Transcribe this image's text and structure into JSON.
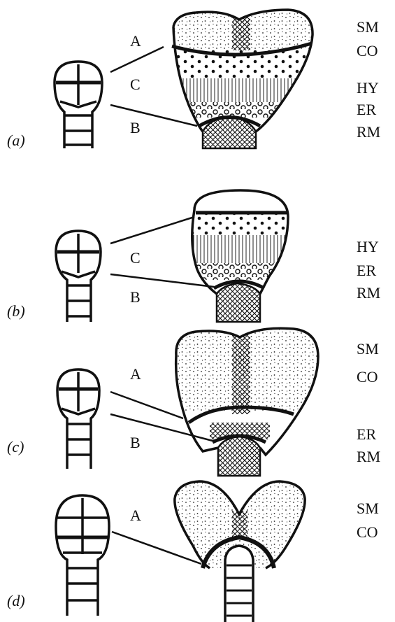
{
  "panels": [
    {
      "id": "a",
      "label": "(a)",
      "segment_labels": [
        "A",
        "C",
        "B"
      ],
      "region_labels": [
        "SM",
        "CO",
        "HY",
        "ER",
        "RM"
      ]
    },
    {
      "id": "b",
      "label": "(b)",
      "segment_labels": [
        "C",
        "B"
      ],
      "region_labels": [
        "HY",
        "ER",
        "RM"
      ]
    },
    {
      "id": "c",
      "label": "(c)",
      "segment_labels": [
        "A",
        "B"
      ],
      "region_labels": [
        "SM",
        "CO",
        "ER",
        "RM"
      ]
    },
    {
      "id": "d",
      "label": "(d)",
      "segment_labels": [
        "A"
      ],
      "region_labels": [
        "SM",
        "CO"
      ]
    }
  ]
}
